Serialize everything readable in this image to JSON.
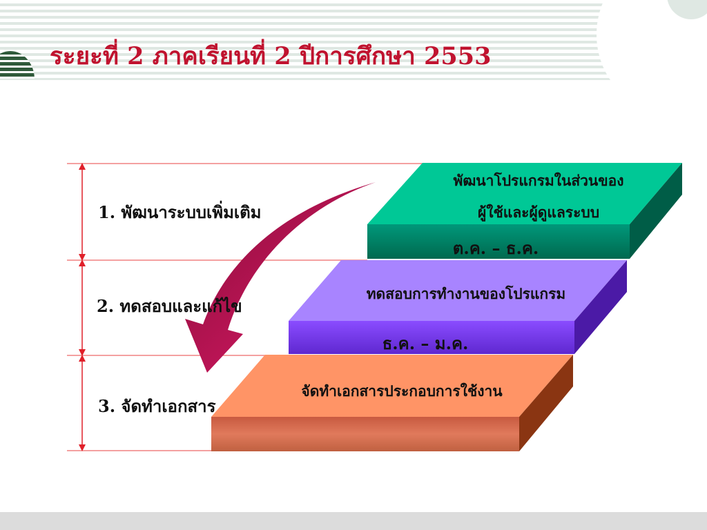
{
  "slide": {
    "title": "ระยะที่ 2 ภาคเรียนที่ 2 ปีการศึกษา 2553"
  },
  "phases": [
    {
      "label": "1. พัฒนาระบบเพิ่มเติม"
    },
    {
      "label": "2. ทดสอบและแก้ไข"
    },
    {
      "label": "3. จัดทำเอกสาร"
    }
  ],
  "steps": [
    {
      "line1": "พัฒนาโปรแกรมในส่วนของ",
      "line2": "ผู้ใช้และผู้ดูแลระบบ",
      "period": "ต.ค. – ธ.ค.",
      "top_color": "#00c896",
      "front_color": "#00876a",
      "side_color": "#005d47"
    },
    {
      "line1": "ทดสอบการทำงานของโปรแกรม",
      "period": "ธ.ค. –  ม.ค.",
      "top_color": "#a884ff",
      "front_color": "#7a3ff0",
      "side_color": "#4b1aa6"
    },
    {
      "line1": "จัดทำเอกสารประกอบการใช้งาน",
      "top_color": "#ff9466",
      "front_color": "#d96a4e",
      "side_color": "#8a3512"
    }
  ],
  "colors": {
    "title": "#c0132f",
    "guide_lines": "#f08080",
    "dimension_arrows": "#e0202a",
    "flow_arrow": "#d6135f"
  },
  "icons": {
    "flow": "curved-arrow-icon",
    "dimension": "double-arrow-icon"
  }
}
